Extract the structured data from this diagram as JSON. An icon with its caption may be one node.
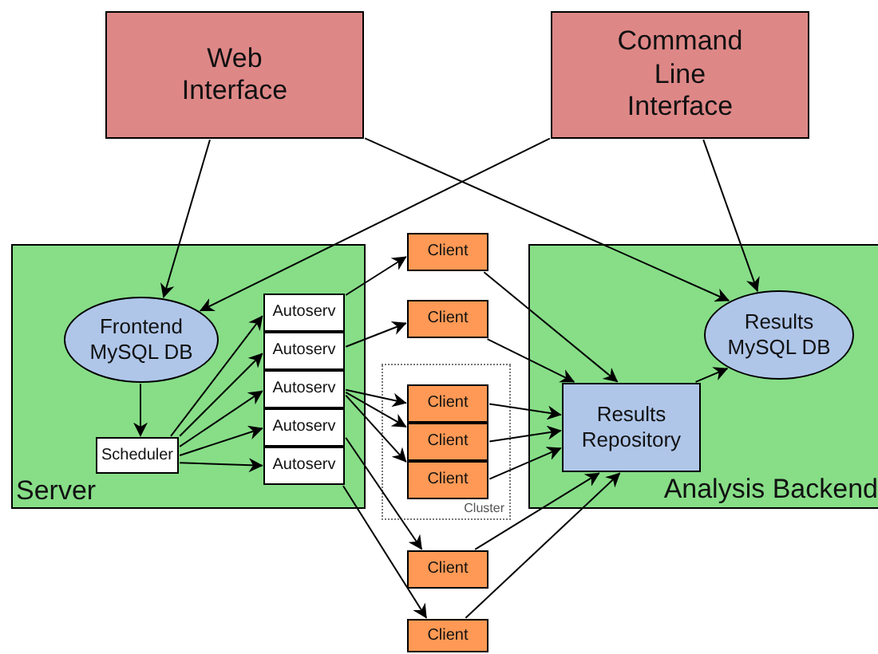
{
  "diagram": {
    "nodes": [
      {
        "text": [
          "Web Interface"
        ]
      },
      {
        "text": [
          "Command Line Interface"
        ]
      },
      {
        "text": [
          "Server"
        ]
      },
      {
        "text": [
          "Frontend MySQL DB"
        ],
        "in": 2
      },
      {
        "text": [
          "Scheduler"
        ],
        "in": 2
      },
      {
        "text": [
          "Autoserv"
        ],
        "in": 2
      },
      {
        "text": [
          "Autoserv"
        ],
        "in": 2
      },
      {
        "text": [
          "Autoserv"
        ],
        "in": 2
      },
      {
        "text": [
          "Autoserv"
        ],
        "in": 2
      },
      {
        "text": [
          "Autoserv"
        ],
        "in": 2
      },
      {
        "text": [
          "Client"
        ]
      },
      {
        "text": [
          "Client"
        ]
      },
      {
        "text": [
          "Cluster"
        ]
      },
      {
        "text": [
          "Client"
        ],
        "in": 12
      },
      {
        "text": [
          "Client"
        ],
        "in": 12
      },
      {
        "text": [
          "Client"
        ],
        "in": 12
      },
      {
        "text": [
          "Analysis Backend"
        ]
      },
      {
        "text": [
          "Results MySQL DB"
        ],
        "in": 16
      },
      {
        "text": [
          "Results Repository"
        ],
        "in": 16
      },
      {
        "text": [
          "Client"
        ]
      },
      {
        "text": [
          "Client"
        ]
      }
    ],
    "edges": [
      {
        "from": 0,
        "to": 3,
        "arrow": "to"
      },
      {
        "from": 0,
        "to": 17,
        "arrow": "to"
      },
      {
        "from": 1,
        "to": 3,
        "arrow": "to"
      },
      {
        "from": 1,
        "to": 17,
        "arrow": "to"
      },
      {
        "from": 3,
        "to": 4,
        "arrow": "to"
      },
      {
        "from": 4,
        "to": 5,
        "arrow": "to"
      },
      {
        "from": 4,
        "to": 6,
        "arrow": "to"
      },
      {
        "from": 4,
        "to": 7,
        "arrow": "to"
      },
      {
        "from": 4,
        "to": 8,
        "arrow": "to"
      },
      {
        "from": 4,
        "to": 9,
        "arrow": "to"
      },
      {
        "from": 5,
        "to": 10,
        "arrow": "to"
      },
      {
        "from": 6,
        "to": 11,
        "arrow": "to"
      },
      {
        "from": 7,
        "to": 13,
        "arrow": "to"
      },
      {
        "from": 7,
        "to": 14,
        "arrow": "to"
      },
      {
        "from": 7,
        "to": 15,
        "arrow": "to"
      },
      {
        "from": 8,
        "to": 19,
        "arrow": "to"
      },
      {
        "from": 9,
        "to": 20,
        "arrow": "to"
      },
      {
        "from": 10,
        "to": 18,
        "arrow": "to"
      },
      {
        "from": 11,
        "to": 18,
        "arrow": "to"
      },
      {
        "from": 13,
        "to": 18,
        "arrow": "to"
      },
      {
        "from": 14,
        "to": 18,
        "arrow": "to"
      },
      {
        "from": 15,
        "to": 18,
        "arrow": "to"
      },
      {
        "from": 19,
        "to": 18,
        "arrow": "to"
      },
      {
        "from": 20,
        "to": 18,
        "arrow": "to"
      },
      {
        "from": 18,
        "to": 17,
        "arrow": "to"
      }
    ]
  }
}
